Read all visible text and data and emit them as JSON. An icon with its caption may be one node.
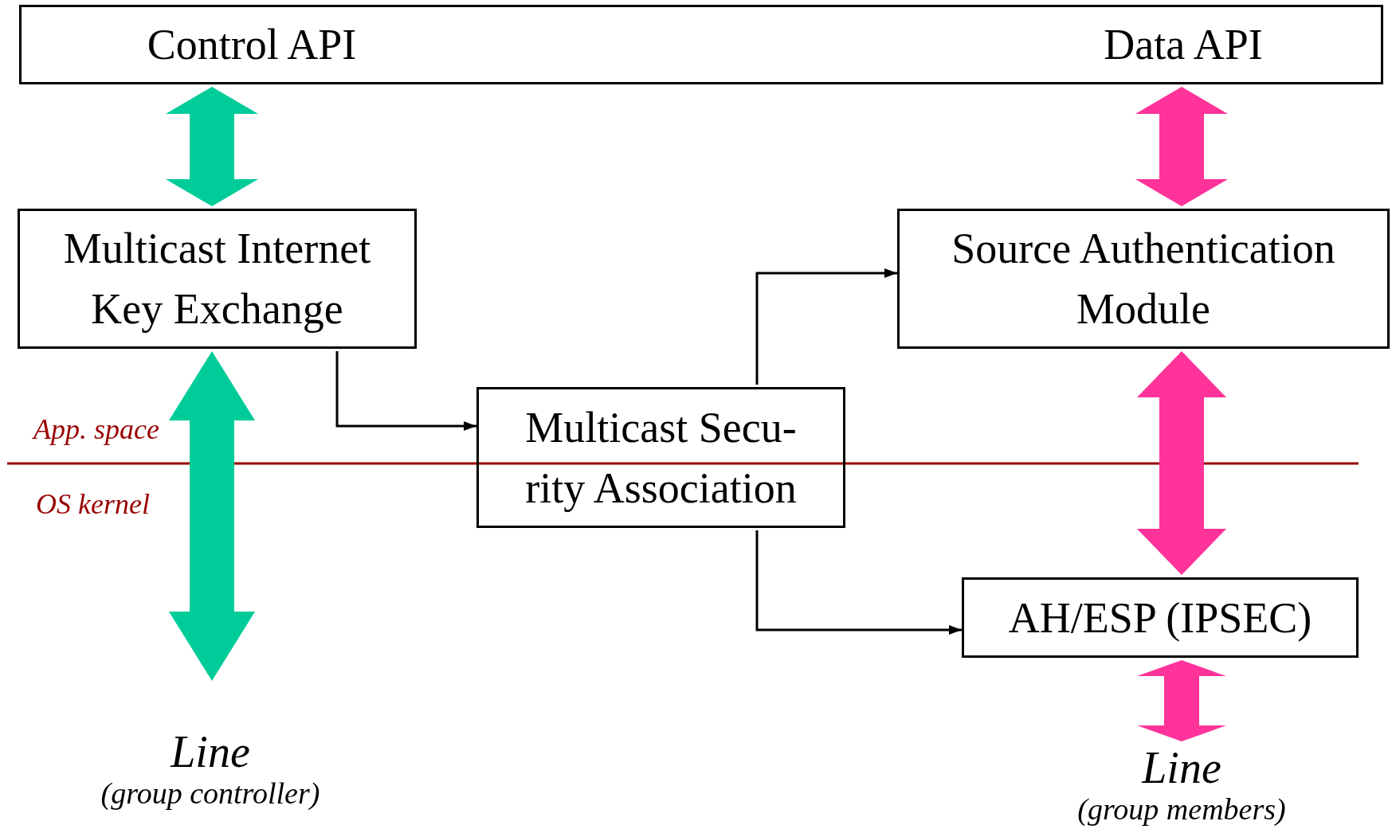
{
  "diagram": {
    "nodes": [
      {
        "text": [
          "Control API",
          "Data API"
        ]
      },
      {
        "text": [
          "Multicast Internet Key Exchange"
        ]
      },
      {
        "text": [
          "Multicast Secu-rity Association"
        ]
      },
      {
        "text": [
          "Source Authentication Module"
        ]
      },
      {
        "text": [
          "AH/ESP (IPSEC)"
        ]
      },
      {
        "text": [
          "Line",
          "(group controller)"
        ]
      },
      {
        "text": [
          "Line",
          "(group members)"
        ]
      }
    ],
    "edges": [
      {
        "from": 0,
        "to": 1,
        "arrow": "both",
        "style": "thick",
        "color": "#00cc99"
      },
      {
        "from": 0,
        "to": 3,
        "arrow": "both",
        "style": "thick",
        "color": "#ff3399"
      },
      {
        "from": 1,
        "to": 5,
        "arrow": "both",
        "style": "thick",
        "color": "#00cc99"
      },
      {
        "from": 3,
        "to": 4,
        "arrow": "both",
        "style": "thick",
        "color": "#ff3399"
      },
      {
        "from": 4,
        "to": 6,
        "arrow": "both",
        "style": "thick",
        "color": "#ff3399"
      },
      {
        "from": 1,
        "to": 2,
        "arrow": "to"
      },
      {
        "from": 2,
        "to": 3,
        "arrow": "to"
      },
      {
        "from": 2,
        "to": 4,
        "arrow": "to"
      }
    ],
    "labels": [
      "App. space",
      "OS kernel"
    ]
  }
}
